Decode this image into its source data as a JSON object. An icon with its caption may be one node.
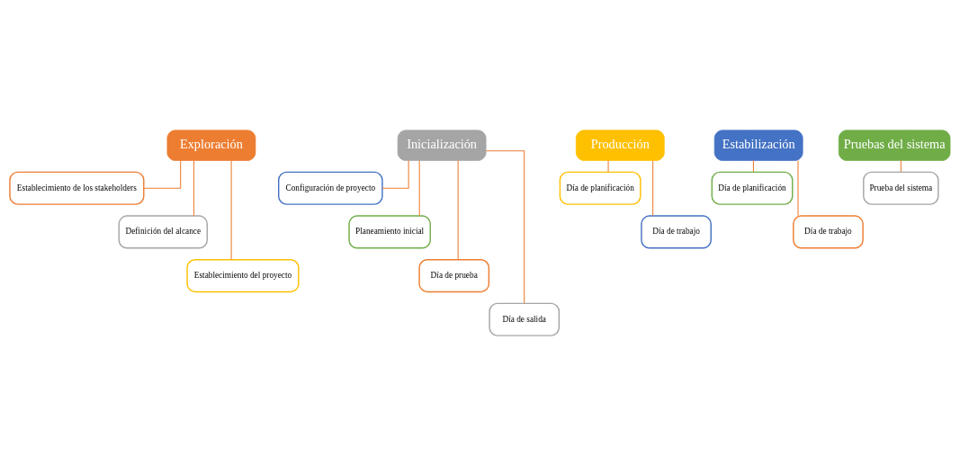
{
  "diagram": {
    "nodes": [
      {
        "text": [
          "Exploración"
        ]
      },
      {
        "text": [
          "Establecimiento de los stakeholders"
        ]
      },
      {
        "text": [
          "Definición del alcance"
        ]
      },
      {
        "text": [
          "Establecimiento del proyecto"
        ]
      },
      {
        "text": [
          "Inicialización"
        ]
      },
      {
        "text": [
          "Configuración de proyecto"
        ]
      },
      {
        "text": [
          "Planeamiento inicial"
        ]
      },
      {
        "text": [
          "Día de prueba"
        ]
      },
      {
        "text": [
          "Día de salida"
        ]
      },
      {
        "text": [
          "Producción"
        ]
      },
      {
        "text": [
          "Día de planificación"
        ]
      },
      {
        "text": [
          "Día de trabajo"
        ]
      },
      {
        "text": [
          "Estabilización"
        ]
      },
      {
        "text": [
          "Día de planificación"
        ]
      },
      {
        "text": [
          "Día de trabajo"
        ]
      },
      {
        "text": [
          "Pruebas del sistema"
        ]
      },
      {
        "text": [
          "Prueba del sistema"
        ]
      }
    ],
    "edges": [
      {
        "from": 0,
        "to": 1,
        "arrow": "none"
      },
      {
        "from": 0,
        "to": 2,
        "arrow": "none"
      },
      {
        "from": 0,
        "to": 3,
        "arrow": "none"
      },
      {
        "from": 4,
        "to": 5,
        "arrow": "none"
      },
      {
        "from": 4,
        "to": 6,
        "arrow": "none"
      },
      {
        "from": 4,
        "to": 7,
        "arrow": "none"
      },
      {
        "from": 4,
        "to": 8,
        "arrow": "none"
      },
      {
        "from": 9,
        "to": 10,
        "arrow": "none"
      },
      {
        "from": 9,
        "to": 11,
        "arrow": "none"
      },
      {
        "from": 12,
        "to": 13,
        "arrow": "none"
      },
      {
        "from": 12,
        "to": 14,
        "arrow": "none"
      },
      {
        "from": 15,
        "to": 16,
        "arrow": "none"
      }
    ]
  }
}
